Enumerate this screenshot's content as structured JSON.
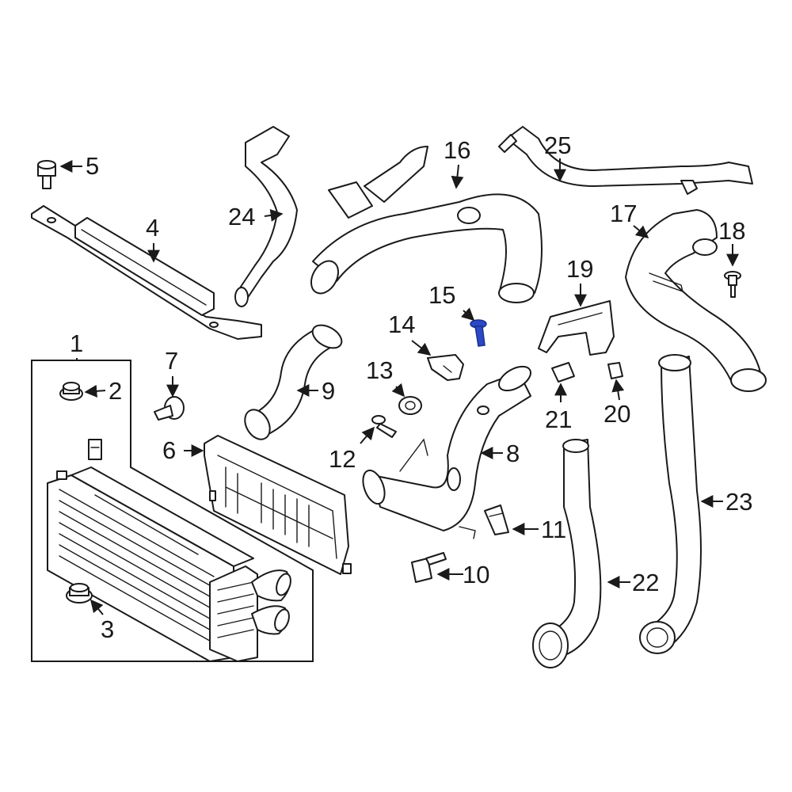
{
  "diagram": {
    "callouts": [
      {
        "id": "1",
        "label": "1"
      },
      {
        "id": "2",
        "label": "2"
      },
      {
        "id": "3",
        "label": "3"
      },
      {
        "id": "4",
        "label": "4"
      },
      {
        "id": "5",
        "label": "5"
      },
      {
        "id": "6",
        "label": "6"
      },
      {
        "id": "7",
        "label": "7"
      },
      {
        "id": "8",
        "label": "8"
      },
      {
        "id": "9",
        "label": "9"
      },
      {
        "id": "10",
        "label": "10"
      },
      {
        "id": "11",
        "label": "11"
      },
      {
        "id": "12",
        "label": "12"
      },
      {
        "id": "13",
        "label": "13"
      },
      {
        "id": "14",
        "label": "14"
      },
      {
        "id": "15",
        "label": "15"
      },
      {
        "id": "16",
        "label": "16"
      },
      {
        "id": "17",
        "label": "17"
      },
      {
        "id": "18",
        "label": "18"
      },
      {
        "id": "19",
        "label": "19"
      },
      {
        "id": "20",
        "label": "20"
      },
      {
        "id": "21",
        "label": "21"
      },
      {
        "id": "22",
        "label": "22"
      },
      {
        "id": "23",
        "label": "23"
      },
      {
        "id": "24",
        "label": "24"
      },
      {
        "id": "25",
        "label": "25"
      }
    ],
    "highlighted_part": "15",
    "colors": {
      "line": "#1a1a1a",
      "highlight": "#2b49c7",
      "background": "#ffffff"
    }
  }
}
